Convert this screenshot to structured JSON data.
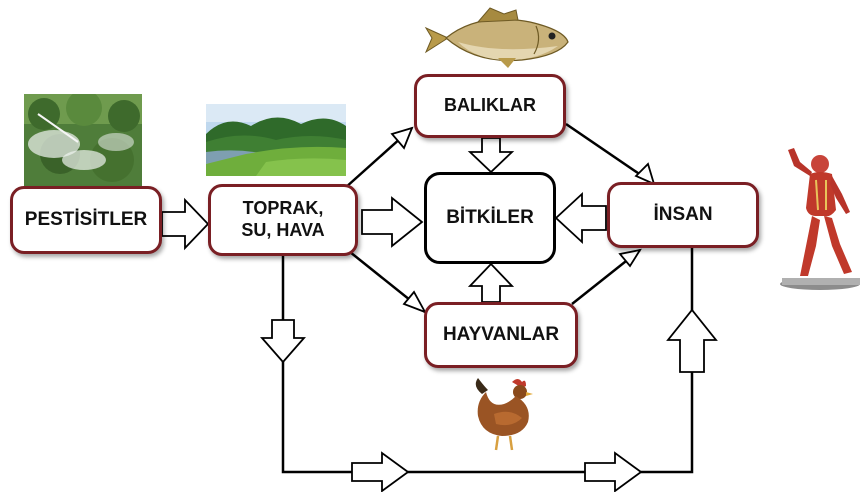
{
  "nodes": {
    "pestisitler": "PESTİSİTLER",
    "toprak_line1": "TOPRAK,",
    "toprak_line2": "SU, HAVA",
    "baliklar": "BALIKLAR",
    "bitkiler": "BİTKİLER",
    "insan": "İNSAN",
    "hayvanlar": "HAYVANLAR"
  },
  "pictures": {
    "pesticide": "pesticide-spraying-photo",
    "landscape": "river-landscape-photo",
    "fish": "fish-illustration",
    "human": "human-anatomy-model",
    "chicken": "chicken-illustration"
  },
  "colors": {
    "box_border": "#7a1f24",
    "center_border": "#000000",
    "arrow": "#000000",
    "text": "#111111"
  }
}
